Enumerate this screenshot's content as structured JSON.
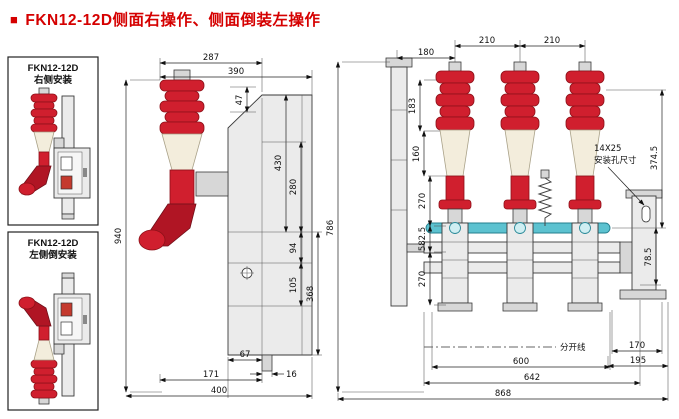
{
  "title": {
    "bullet": "■",
    "text": "FKN12-12D侧面右操作、侧面倒装左操作"
  },
  "colors": {
    "accent_red": "#d50000",
    "insulator_red": "#d01f2e",
    "shaft_teal": "#5cc2d0"
  },
  "left_panel": {
    "box1": {
      "line1": "FKN12-12D",
      "line2": "右侧安装"
    },
    "box2": {
      "line1": "FKN12-12D",
      "line2": "左侧倒安装"
    }
  },
  "side_view": {
    "dims": {
      "d287": "287",
      "d390": "390",
      "d940": "940",
      "d47": "47",
      "d430": "430",
      "d280": "280",
      "d94": "94",
      "d105": "105",
      "d368": "368",
      "d67": "67",
      "d16": "16",
      "d171": "171",
      "d400": "400"
    }
  },
  "front_view": {
    "dims": {
      "d180": "180",
      "d210a": "210",
      "d210b": "210",
      "d183": "183",
      "d160": "160",
      "d270a": "270",
      "d582": "582.5",
      "d270b": "270",
      "d786": "786",
      "d374": "374.5",
      "d78": "78.5",
      "d170": "170",
      "d195": "195",
      "d600": "600",
      "d642": "642",
      "d868": "868"
    },
    "notes": {
      "hole_size": "14X25",
      "hole_label": "安装孔尺寸",
      "split_line": "分开线"
    }
  }
}
